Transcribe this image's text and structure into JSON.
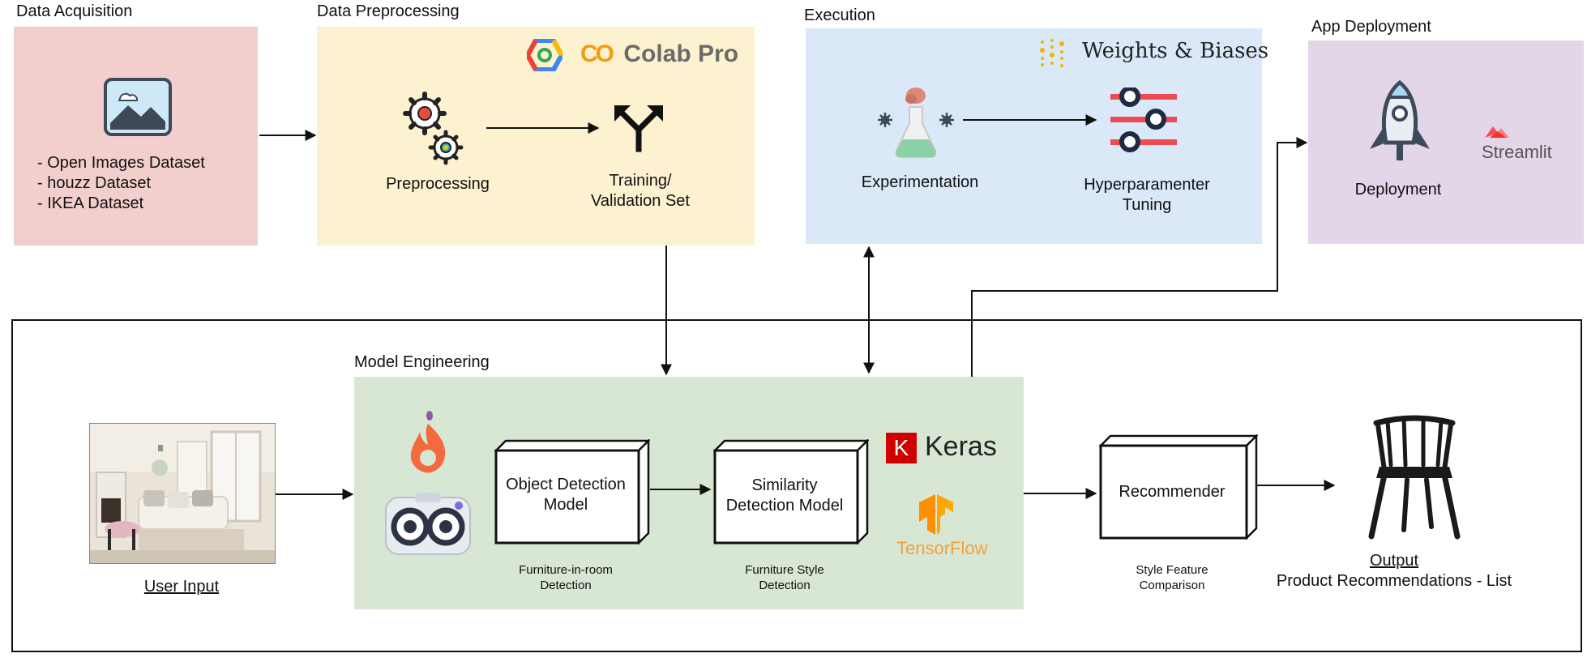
{
  "sections": {
    "data_acquisition": "Data Acquisition",
    "data_preprocessing": "Data Preprocessing",
    "execution": "Execution",
    "app_deployment": "App Deployment",
    "model_engineering": "Model Engineering"
  },
  "acquisition_list": [
    "- Open Images Dataset",
    "- houzz Dataset",
    "- IKEA Dataset"
  ],
  "preprocessing": {
    "brand": "Colab Pro",
    "brand_mark": "CO",
    "step1": "Preprocessing",
    "step2_line1": "Training/",
    "step2_line2": "Validation Set"
  },
  "execution": {
    "brand": "Weights & Biases",
    "step1": "Experimentation",
    "step2_line1": "Hyperparamenter",
    "step2_line2": "Tuning"
  },
  "deployment": {
    "step": "Deployment",
    "brand": "Streamlit"
  },
  "model": {
    "box1_line1": "Object Detection",
    "box1_line2": "Model",
    "box1_caption_line1": "Furniture-in-room",
    "box1_caption_line2": "Detection",
    "box2_line1": "Similarity",
    "box2_line2": "Detection Model",
    "box2_caption_line1": "Furniture Style",
    "box2_caption_line2": "Detection",
    "keras_mark": "K",
    "keras": "Keras",
    "tensorflow": "TensorFlow"
  },
  "user_input": "User Input",
  "recommender": {
    "label": "Recommender",
    "caption_line1": "Style Feature",
    "caption_line2": "Comparison"
  },
  "output": {
    "title": "Output",
    "subtitle": "Product Recommendations - List"
  },
  "colors": {
    "acquisition_bg": "#f2cfcc",
    "preprocessing_bg": "#fdf2cf",
    "execution_bg": "#dbe8f8",
    "deployment_bg": "#e2d6e8",
    "model_bg": "#d7e7d4"
  }
}
